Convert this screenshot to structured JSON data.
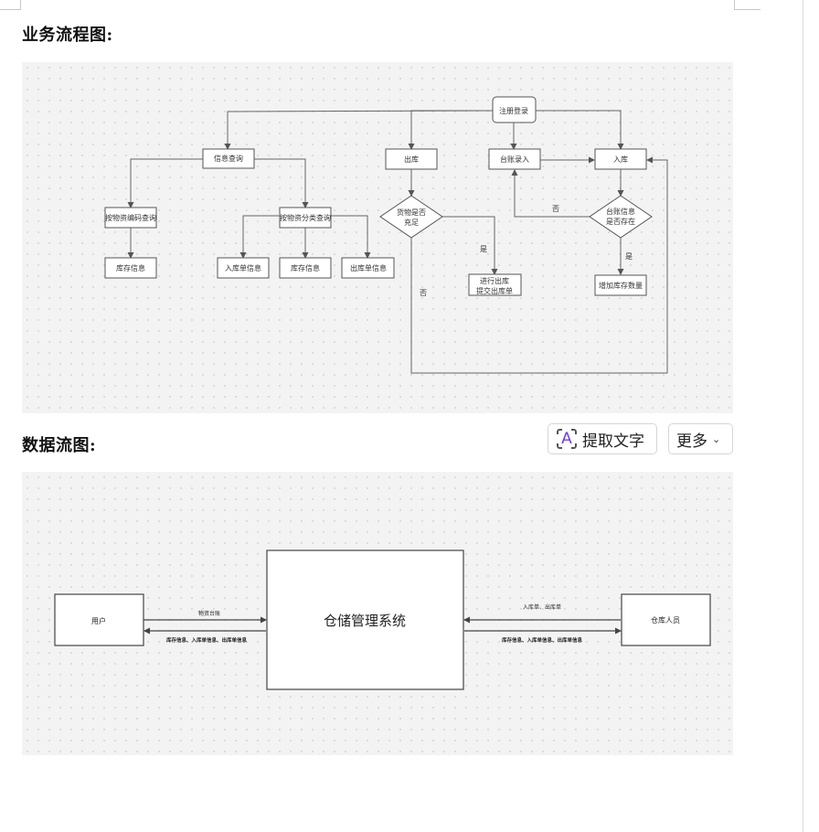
{
  "headings": {
    "business_flow": "业务流程图:",
    "data_flow": "数据流图:"
  },
  "toolbar": {
    "extract_text_label": "提取文字",
    "extract_icon_glyph": "A",
    "more_label": "更多",
    "more_chevron": "⌄"
  },
  "flowchart": {
    "nodes": {
      "login": "注册登录",
      "info_query": "信息查询",
      "outbound": "出库",
      "ledger_entry": "台账录入",
      "inbound": "入库",
      "query_by_code": "按物资编码查询",
      "query_by_category": "按物资分类查询",
      "goods_sufficient": [
        "货物是否",
        "充足"
      ],
      "ledger_exists": [
        "台账信息",
        "是否存在"
      ],
      "stock_info_1": "库存信息",
      "inbound_order_info": "入库单信息",
      "stock_info_2": "库存信息",
      "outbound_order_info": "出库单信息",
      "do_outbound": [
        "进行出库",
        "提交出库单"
      ],
      "increase_stock": "增加库存数量"
    },
    "edge_labels": {
      "yes_outbound": "是",
      "no_outbound": "否",
      "no_ledger": "否",
      "yes_ledger": "是"
    }
  },
  "dataflow": {
    "entities": {
      "user": "用户",
      "system": "仓储管理系统",
      "staff": "仓库人员"
    },
    "flows": {
      "user_to_system": "物资台账",
      "system_to_user": "库存信息、入库单信息、出库单信息",
      "staff_to_system": "入库单、出库单",
      "system_to_staff": "库存信息、入库单信息、出库单信息"
    }
  },
  "colors": {
    "canvas_bg": "#f3f3f4",
    "line": "#555555",
    "accent_icon": "#6a3cf0"
  }
}
